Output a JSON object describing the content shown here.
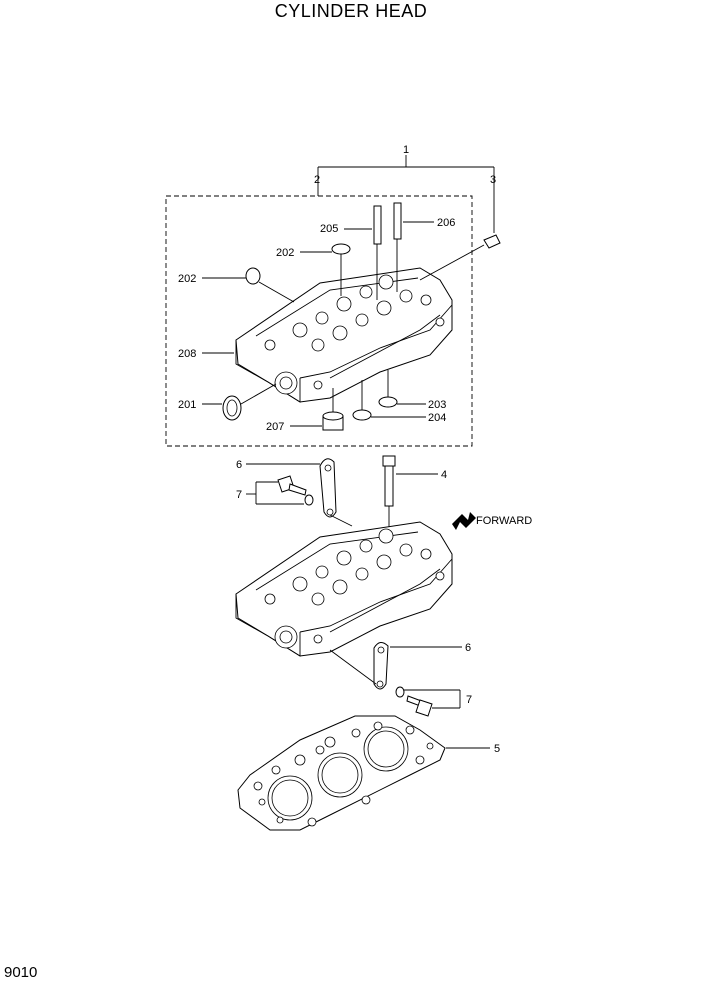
{
  "title": "CYLINDER HEAD",
  "page_number": "9010",
  "forward_label": "FORWARD",
  "callouts": {
    "c1": "1",
    "c2": "2",
    "c3": "3",
    "c4": "4",
    "c5": "5",
    "c6a": "6",
    "c6b": "6",
    "c7a": "7",
    "c7b": "7",
    "c201": "201",
    "c202a": "202",
    "c202b": "202",
    "c203": "203",
    "c204": "204",
    "c205": "205",
    "c206": "206",
    "c207": "207",
    "c208": "208"
  }
}
